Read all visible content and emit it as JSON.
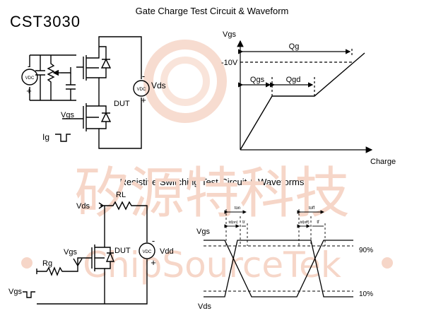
{
  "part_number": "CST3030",
  "watermark": {
    "cn_text": "矽源特科技",
    "en_text": "ChipSourceTek",
    "color": "#f6d6c8"
  },
  "gate_charge": {
    "title": "Gate Charge Test Circuit & Waveform",
    "circuit": {
      "source_label": "VDC",
      "source_minus": "-",
      "source_plus": "+",
      "vds_label": "Vds",
      "vds_source_label": "VDC",
      "vds_minus": "-",
      "vds_plus": "+",
      "dut_label": "DUT",
      "vgs_label": "Vgs",
      "ig_label": "Ig"
    },
    "waveform": {
      "y_label": "Vgs",
      "x_label": "Charge",
      "level_label": "-10V",
      "qg_label": "Qg",
      "qgs_label": "Qgs",
      "qgd_label": "Qgd"
    }
  },
  "resistive": {
    "title": "Resistive Switching Test Circuit & Waveforms",
    "circuit": {
      "vds_label": "Vds",
      "rl_label": "RL",
      "vgs_label": "Vgs",
      "dut_label": "DUT",
      "rg_label": "Rg",
      "vdd_label": "Vdd",
      "vdc_label": "VDC",
      "vdd_minus": "-",
      "vdd_plus": "+",
      "vgs_pulse_label": "Vgs"
    },
    "waveform": {
      "vgs_label": "Vgs",
      "vds_label": "Vds",
      "pct90": "90%",
      "pct10": "10%",
      "ton": "ton",
      "toff": "toff",
      "tdon": "td(on)",
      "tr": "tr",
      "tdoff": "td(off)",
      "tf": "tf"
    }
  }
}
